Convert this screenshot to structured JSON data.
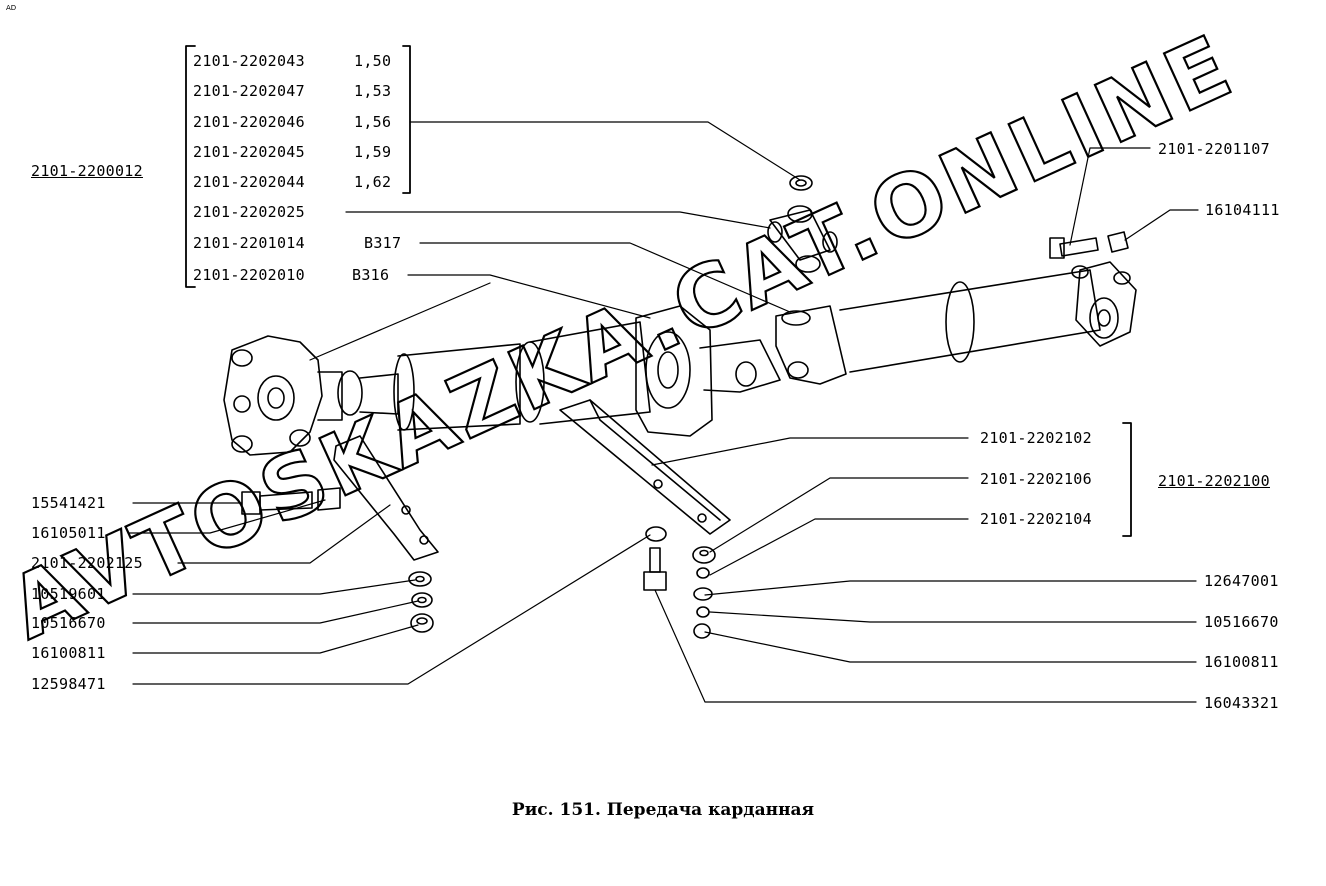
{
  "corner_mark": "AD",
  "caption": "Рис. 151. Передача карданная",
  "watermark": "AVTOSKAZKA.CAT.ONLINE",
  "group_labels": {
    "shaft_assembly": "2101-2200012",
    "support_assembly": "2101-2202100"
  },
  "left_bracket_items": [
    {
      "part": "2101-2202043",
      "spec": "1,50"
    },
    {
      "part": "2101-2202047",
      "spec": "1,53"
    },
    {
      "part": "2101-2202046",
      "spec": "1,56"
    },
    {
      "part": "2101-2202045",
      "spec": "1,59"
    },
    {
      "part": "2101-2202044",
      "spec": "1,62"
    },
    {
      "part": "2101-2202025",
      "spec": ""
    },
    {
      "part": "2101-2201014",
      "spec": "B317"
    },
    {
      "part": "2101-2202010",
      "spec": "B316"
    }
  ],
  "left_parts": [
    "15541421",
    "16105011",
    "2101-2202125",
    "10519601",
    "10516670",
    "16100811",
    "12598471"
  ],
  "right_top_parts": [
    "2101-2201107",
    "16104111"
  ],
  "right_bracket_items": [
    "2101-2202102",
    "2101-2202106",
    "2101-2202104"
  ],
  "right_parts": [
    "12647001",
    "10516670",
    "16100811",
    "16043321"
  ]
}
